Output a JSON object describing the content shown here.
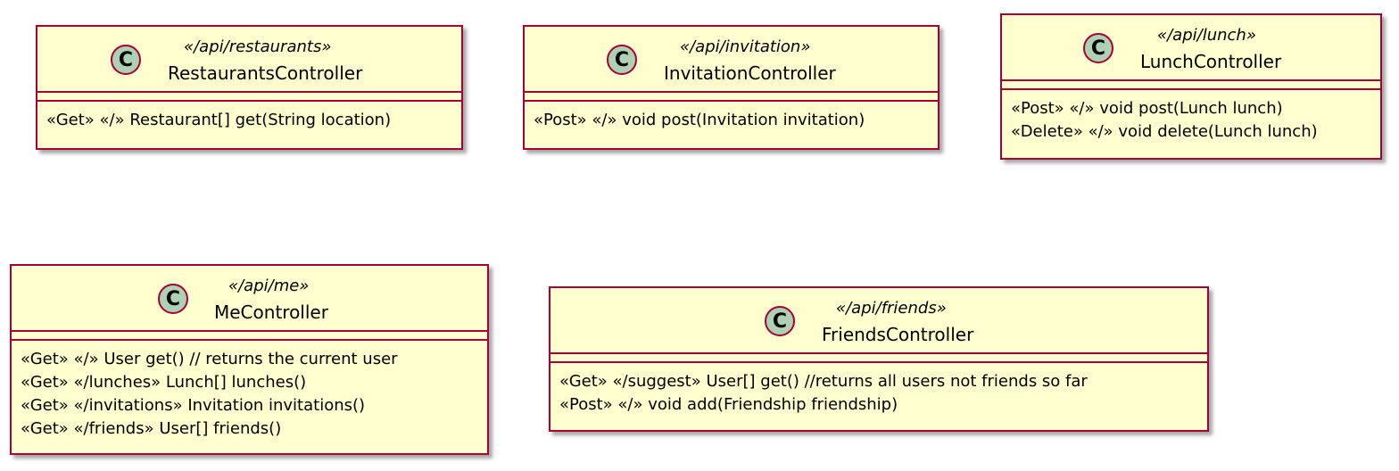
{
  "classes": [
    {
      "id": "restaurants",
      "icon": "C",
      "stereotype": "«/api/restaurants»",
      "name": "RestaurantsController",
      "methods": [
        "«Get» «/» Restaurant[] get(String location)"
      ]
    },
    {
      "id": "invitation",
      "icon": "C",
      "stereotype": "«/api/invitation»",
      "name": "InvitationController",
      "methods": [
        "«Post» «/» void post(Invitation invitation)"
      ]
    },
    {
      "id": "lunch",
      "icon": "C",
      "stereotype": "«/api/lunch»",
      "name": "LunchController",
      "methods": [
        "«Post» «/» void post(Lunch lunch)",
        "«Delete» «/» void delete(Lunch lunch)"
      ]
    },
    {
      "id": "me",
      "icon": "C",
      "stereotype": "«/api/me»",
      "name": "MeController",
      "methods": [
        "«Get» «/» User get() // returns the current user",
        "«Get» «/lunches» Lunch[] lunches()",
        "«Get» «/invitations» Invitation invitations()",
        "«Get» «/friends» User[] friends()"
      ]
    },
    {
      "id": "friends",
      "icon": "C",
      "stereotype": "«/api/friends»",
      "name": "FriendsController",
      "methods": [
        "«Get» «/suggest» User[] get() //returns all users not friends so far",
        "«Post» «/» void add(Friendship friendship)"
      ]
    }
  ]
}
